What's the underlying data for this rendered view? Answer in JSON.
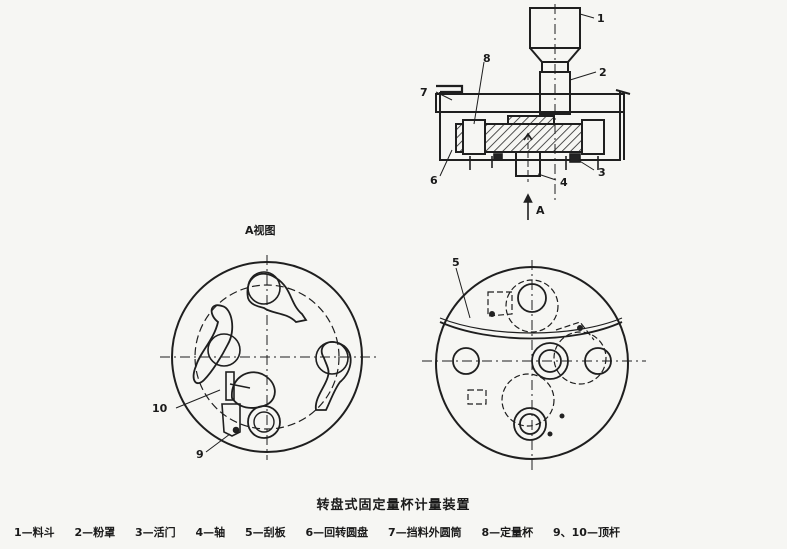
{
  "diagram": {
    "title": "转盘式固定量杯计量装置",
    "view_label": "A视图",
    "arrow_label": "A",
    "callouts": {
      "n1": "1",
      "n2": "2",
      "n3": "3",
      "n4": "4",
      "n5": "5",
      "n6": "6",
      "n7": "7",
      "n8": "8",
      "n9": "9",
      "n10": "10"
    },
    "legend": [
      "1—料斗",
      "2—粉罩",
      "3—活门",
      "4—轴",
      "5—刮板",
      "6—回转圆盘",
      "7—挡料外圆筒",
      "8—定量杯",
      "9、10—顶杆"
    ]
  }
}
